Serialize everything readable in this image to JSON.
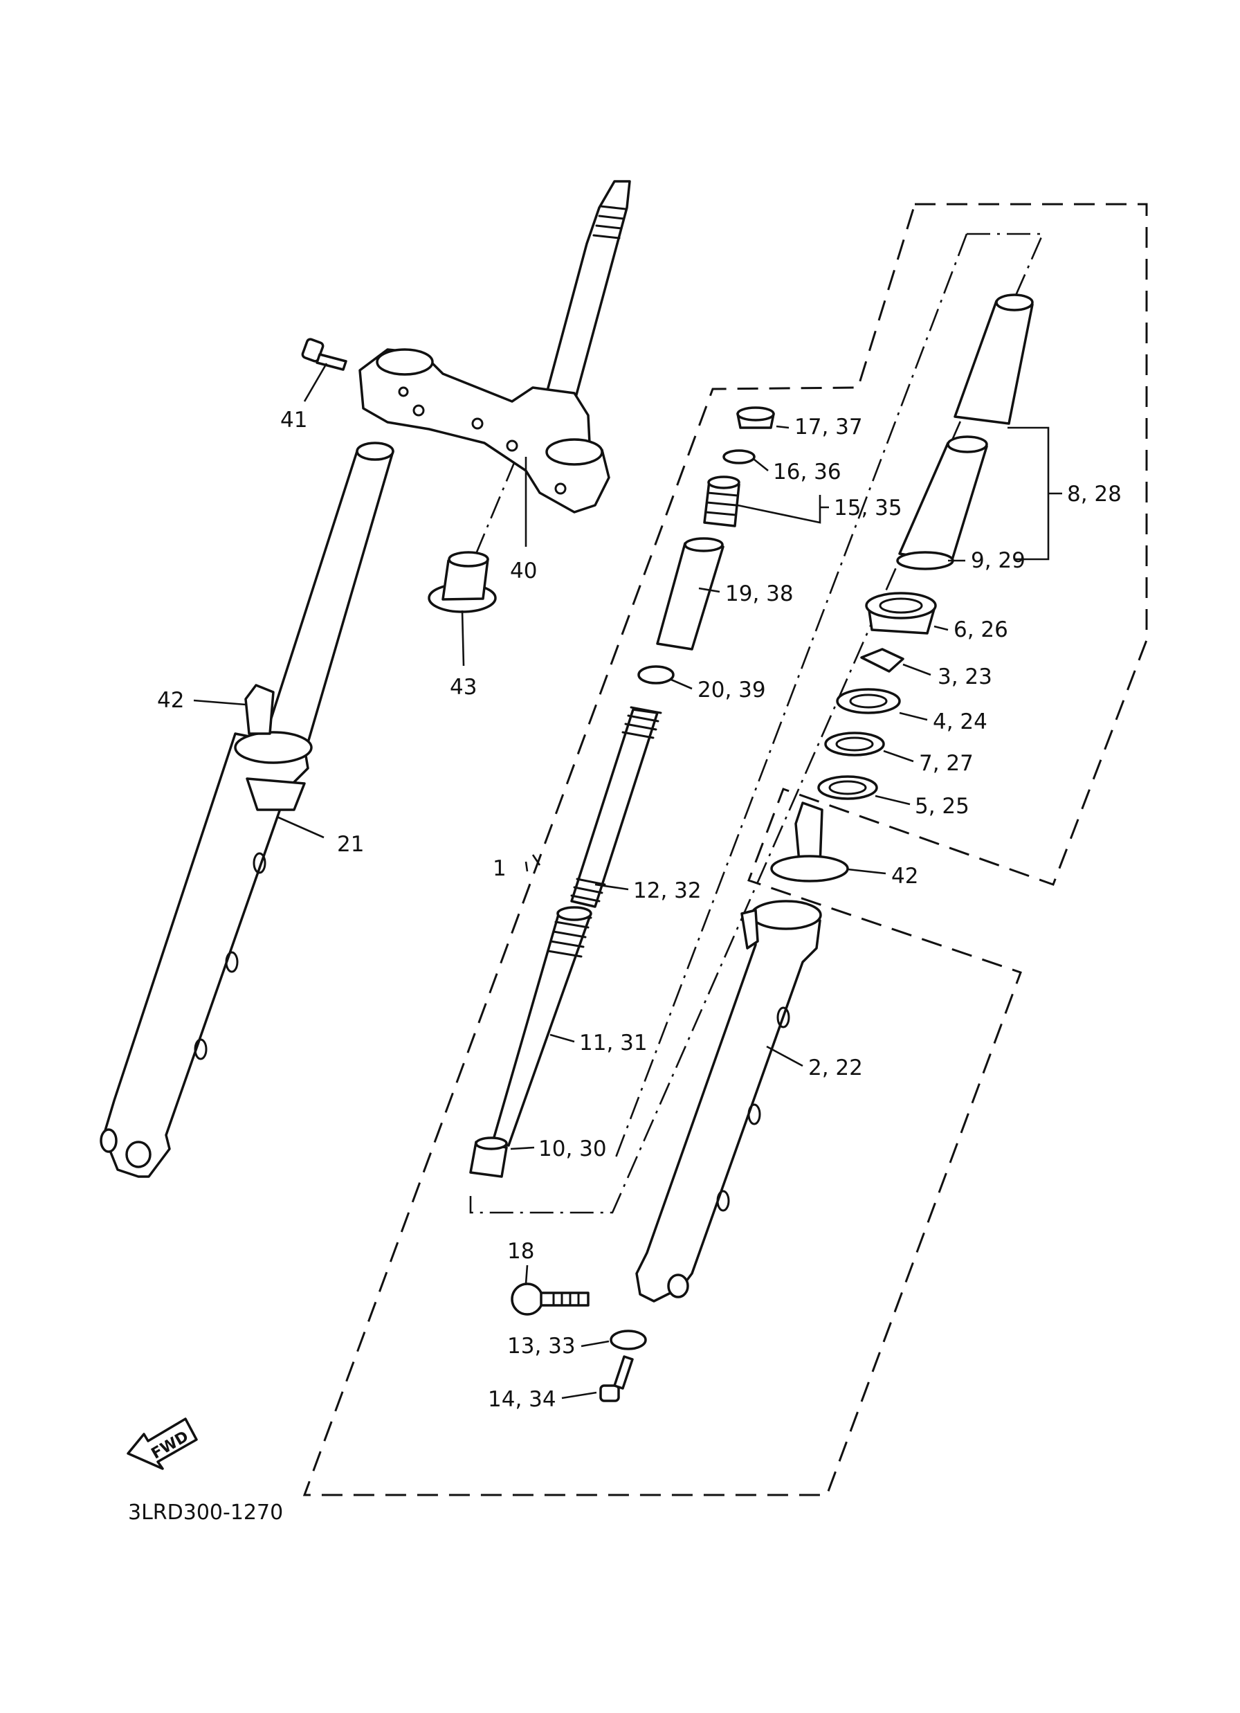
{
  "diagram_code": "3LRD300-1270",
  "fwd_arrow_text": "FWD",
  "callouts": [
    {
      "id": "c1",
      "text": "1"
    },
    {
      "id": "c2",
      "text": "2, 22"
    },
    {
      "id": "c3",
      "text": "3, 23"
    },
    {
      "id": "c4",
      "text": "4, 24"
    },
    {
      "id": "c5",
      "text": "5, 25"
    },
    {
      "id": "c6",
      "text": "6, 26"
    },
    {
      "id": "c7",
      "text": "7, 27"
    },
    {
      "id": "c8",
      "text": "8, 28"
    },
    {
      "id": "c9",
      "text": "9, 29"
    },
    {
      "id": "c10",
      "text": "10, 30"
    },
    {
      "id": "c11",
      "text": "11, 31"
    },
    {
      "id": "c12",
      "text": "12, 32"
    },
    {
      "id": "c13",
      "text": "13, 33"
    },
    {
      "id": "c14",
      "text": "14, 34"
    },
    {
      "id": "c15",
      "text": "15, 35"
    },
    {
      "id": "c16",
      "text": "16, 36"
    },
    {
      "id": "c17",
      "text": "17, 37"
    },
    {
      "id": "c18",
      "text": "18"
    },
    {
      "id": "c19",
      "text": "19, 38"
    },
    {
      "id": "c20",
      "text": "20, 39"
    },
    {
      "id": "c21",
      "text": "21"
    },
    {
      "id": "c40",
      "text": "40"
    },
    {
      "id": "c41",
      "text": "41"
    },
    {
      "id": "c42a",
      "text": "42"
    },
    {
      "id": "c42b",
      "text": "42"
    },
    {
      "id": "c43",
      "text": "43"
    }
  ]
}
